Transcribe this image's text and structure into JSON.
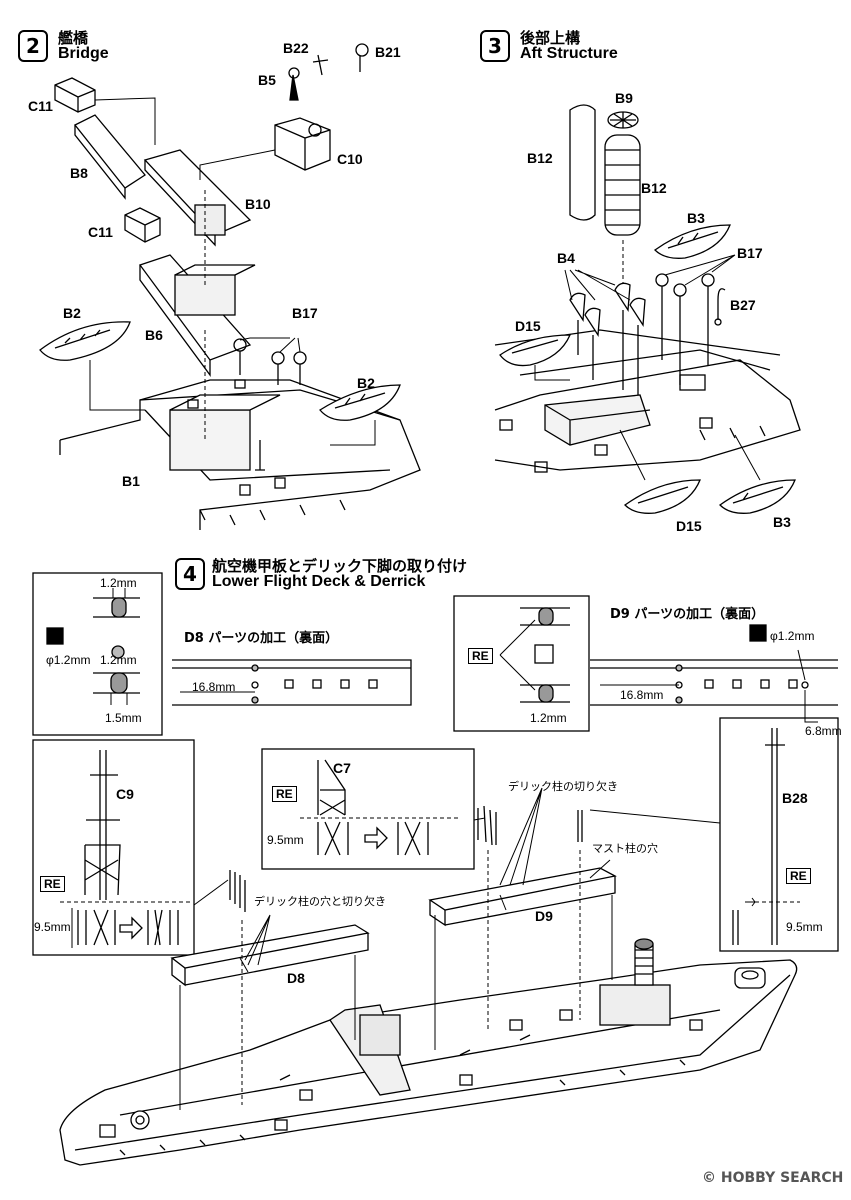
{
  "steps": [
    {
      "num": "2",
      "jp": "艦橋",
      "en": "Bridge"
    },
    {
      "num": "3",
      "jp": "後部上構",
      "en": "Aft Structure"
    },
    {
      "num": "4",
      "jp": "航空機甲板とデリック下脚の取り付け",
      "en": "Lower Flight Deck & Derrick"
    }
  ],
  "bridge_parts": {
    "b22": "B22",
    "b21": "B21",
    "b5": "B5",
    "c11a": "C11",
    "c10": "C10",
    "b8": "B8",
    "b10": "B10",
    "c11b": "C11",
    "b17": "B17",
    "b2a": "B2",
    "b6": "B6",
    "b2b": "B2",
    "b1": "B1"
  },
  "aft_parts": {
    "b9": "B9",
    "b12a": "B12",
    "b12b": "B12",
    "b3a": "B3",
    "b4": "B4",
    "b17": "B17",
    "b27": "B27",
    "d15a": "D15",
    "d15b": "D15",
    "b3b": "B3"
  },
  "d8_detail": {
    "title": "D8 パーツの加工（裏面）",
    "dim1": "1.2mm",
    "dim2": "φ1.2mm",
    "dim3": "1.2mm",
    "dim4": "16.8mm",
    "dim5": "1.5mm"
  },
  "d9_detail": {
    "title": "D9 パーツの加工（裏面）",
    "re": "RE",
    "dim1": "φ1.2mm",
    "dim2": "16.8mm",
    "dim3": "1.2mm",
    "dim4": "6.8mm"
  },
  "c9_detail": {
    "label": "C9",
    "re": "RE",
    "dim": "9.5mm"
  },
  "c7_detail": {
    "label": "C7",
    "re": "RE",
    "dim": "9.5mm"
  },
  "b28_detail": {
    "label": "B28",
    "re": "RE",
    "dim": "9.5mm"
  },
  "annotations": {
    "derrick_notch": "デリック柱の切り欠き",
    "mast_hole": "マスト柱の穴",
    "derrick_hole_notch": "デリック柱の穴と切り欠き",
    "d9": "D9",
    "d8": "D8"
  },
  "watermark": "HOBBY SEARCH"
}
